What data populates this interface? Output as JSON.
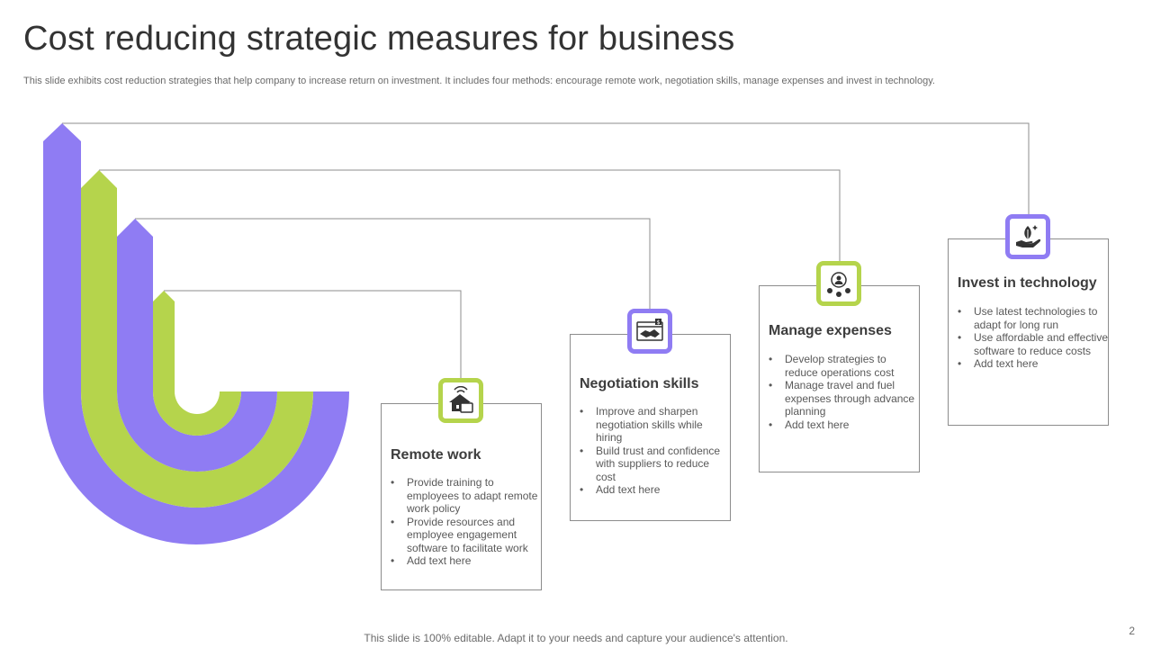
{
  "slide": {
    "title": "Cost reducing strategic measures for business",
    "subtitle": "This slide exhibits cost reduction strategies that help company to increase return on investment. It includes four methods: encourage remote work, negotiation skills, manage expenses and invest in technology.",
    "footer": "This slide is 100% editable. Adapt it to your needs and capture your audience's attention.",
    "page_number": "2"
  },
  "colors": {
    "purple": "#8f7cf3",
    "green": "#b5d44c",
    "connector": "#8c8c8c"
  },
  "cards": [
    {
      "title": "Remote work",
      "icon": "house-briefcase-icon",
      "accent": "green",
      "bullets": [
        "Provide training to employees to adapt remote work policy",
        "Provide resources and employee engagement software to facilitate work",
        "Add text here"
      ]
    },
    {
      "title": "Negotiation skills",
      "icon": "handshake-icon",
      "accent": "purple",
      "bullets": [
        "Improve and sharpen negotiation skills while hiring",
        "Build trust and confidence with suppliers to reduce cost",
        "Add text here"
      ]
    },
    {
      "title": "Manage expenses",
      "icon": "person-coins-icon",
      "accent": "green",
      "bullets": [
        "Develop strategies to reduce operations cost",
        "Manage travel and fuel expenses through advance planning",
        "Add text here"
      ]
    },
    {
      "title": "Invest in technology",
      "icon": "hand-plant-icon",
      "accent": "purple",
      "bullets": [
        "Use latest technologies to adapt for long run",
        "Use affordable and effective software to reduce costs",
        "Add text here"
      ]
    }
  ]
}
